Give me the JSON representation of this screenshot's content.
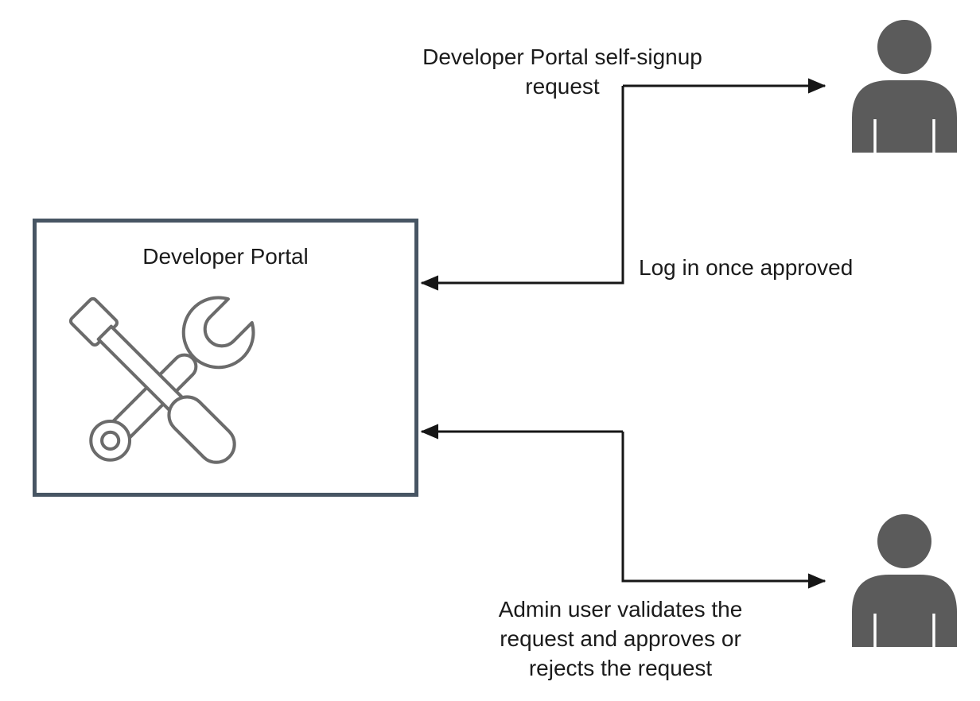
{
  "portal_box": {
    "title": "Developer Portal",
    "icon": "tools-icon"
  },
  "labels": {
    "signup": "Developer Portal self-signup\nrequest",
    "login": "Log in once approved",
    "admin": "Admin user validates the\nrequest and approves or\nrejects the request"
  },
  "actors": {
    "top": {
      "icon": "person-icon",
      "role": "developer user"
    },
    "bottom": {
      "icon": "person-icon",
      "role": "admin user"
    }
  },
  "colors": {
    "box_border": "#475563",
    "person": "#5b5b5b",
    "tools_outline": "#6b6b6b",
    "connector": "#161616",
    "text": "#1b1b1b"
  }
}
